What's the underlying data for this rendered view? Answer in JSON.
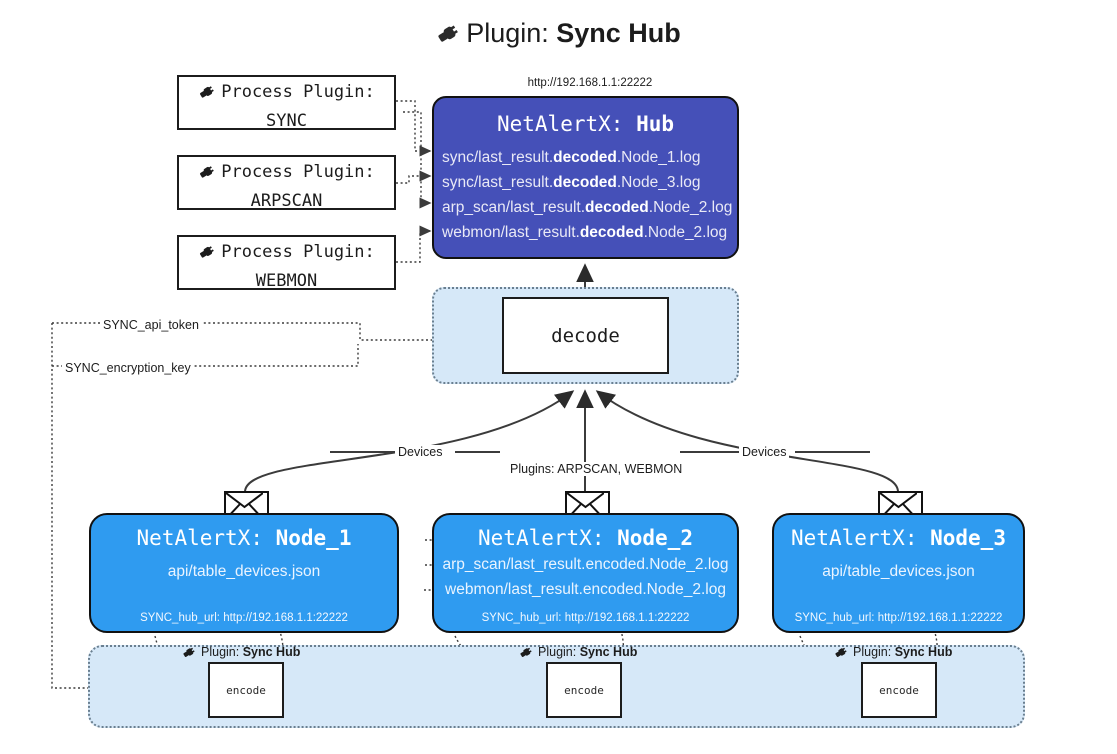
{
  "title": {
    "icon": "plug-icon",
    "prefix": "Plugin: ",
    "name": "Sync Hub"
  },
  "hub": {
    "url": "http://192.168.1.1:22222",
    "title_prefix": "NetAlertX: ",
    "title_name": "Hub",
    "logs": [
      {
        "pre": "sync/last_result.",
        "bold": "decoded",
        "post": ".Node_1.log"
      },
      {
        "pre": "sync/last_result.",
        "bold": "decoded",
        "post": ".Node_3.log"
      },
      {
        "pre": "arp_scan/last_result.",
        "bold": "decoded",
        "post": ".Node_2.log"
      },
      {
        "pre": "webmon/last_result.",
        "bold": "decoded",
        "post": ".Node_2.log"
      }
    ]
  },
  "process_plugins": [
    {
      "icon": "plug-icon",
      "line1": "Process Plugin:",
      "line2": "SYNC"
    },
    {
      "icon": "plug-icon",
      "line1": "Process Plugin:",
      "line2": "ARPSCAN"
    },
    {
      "icon": "plug-icon",
      "line1": "Process Plugin:",
      "line2": "WEBMON"
    }
  ],
  "decode": {
    "label": "decode"
  },
  "edge_labels": {
    "devices_left": "Devices",
    "devices_right": "Devices",
    "plugins_center": "Plugins: ARPSCAN, WEBMON",
    "api_token": "SYNC_api_token",
    "encryption_key": "SYNC_encryption_key"
  },
  "nodes": [
    {
      "icon": "envelope-icon",
      "title_prefix": "NetAlertX: ",
      "title_name": "Node_1",
      "lines": [
        "api/table_devices.json"
      ],
      "footer": "SYNC_hub_url: http://192.168.1.1:22222"
    },
    {
      "icon": "envelope-icon",
      "title_prefix": "NetAlertX: ",
      "title_name": "Node_2",
      "lines": [
        "arp_scan/last_result.encoded.Node_2.log",
        "webmon/last_result.encoded.Node_2.log"
      ],
      "footer": "SYNC_hub_url: http://192.168.1.1:22222"
    },
    {
      "icon": "envelope-icon",
      "title_prefix": "NetAlertX: ",
      "title_name": "Node_3",
      "lines": [
        "api/table_devices.json"
      ],
      "footer": "SYNC_hub_url: http://192.168.1.1:22222"
    }
  ],
  "encoders": [
    {
      "icon": "plug-icon",
      "label_prefix": "Plugin: ",
      "label_name": "Sync Hub",
      "box": "encode"
    },
    {
      "icon": "plug-icon",
      "label_prefix": "Plugin: ",
      "label_name": "Sync Hub",
      "box": "encode"
    },
    {
      "icon": "plug-icon",
      "label_prefix": "Plugin: ",
      "label_name": "Sync Hub",
      "box": "encode"
    }
  ],
  "colors": {
    "hub_fill": "#4550b8",
    "node_fill": "#2f9bf0",
    "container_fill": "#d6e8f8",
    "stroke": "#1c1c1c",
    "page_bg": "#ffffff"
  }
}
